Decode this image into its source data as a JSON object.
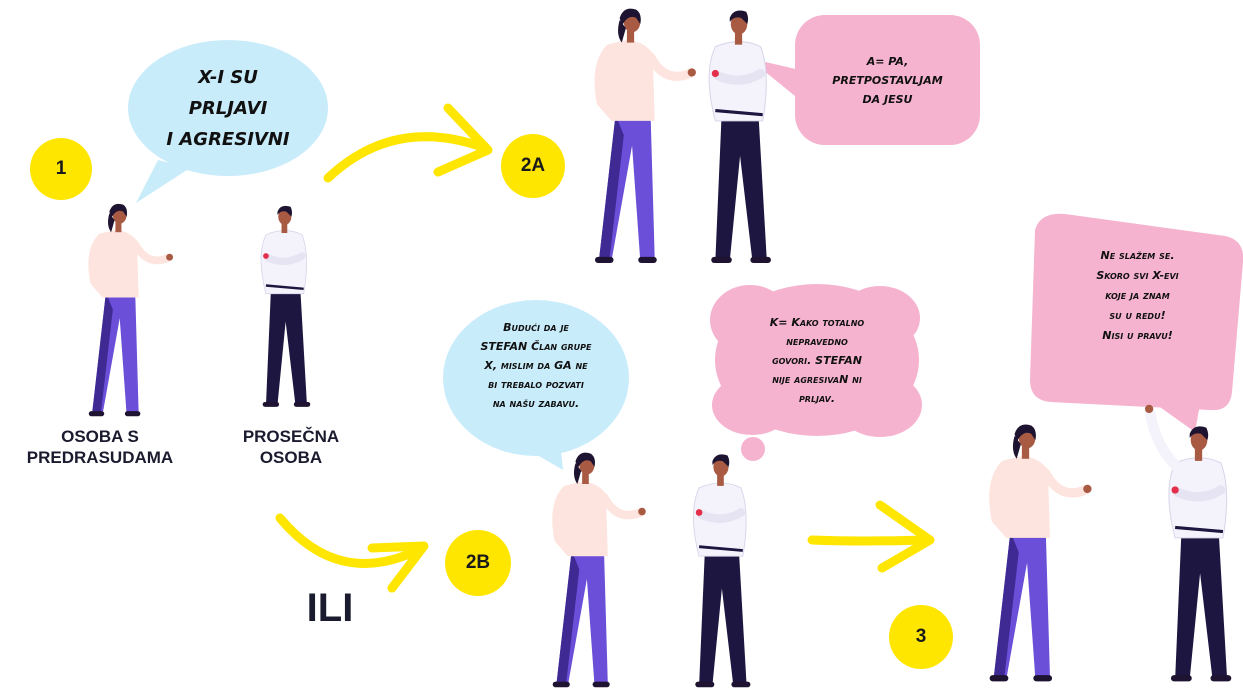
{
  "steps": {
    "s1": "1",
    "s2a": "2A",
    "s2b": "2B",
    "s3": "3"
  },
  "bubbles": {
    "prejudice": [
      "X-I SU",
      "PRLJAVI",
      "I AGRESIVNI"
    ],
    "agree": [
      "A= PA,",
      "PRETPOSTAVLJAM",
      "DA JESU"
    ],
    "exclusion": [
      "Budući da je",
      "STEFAN Član grupe",
      "X, mislim da GA ne",
      "bi trebalo pozvati",
      "na našu zabavu."
    ],
    "thought": [
      "K= Kako totalno",
      "nepravedno",
      "govori. STEFAN",
      "nije agresivaN ni",
      "prljav."
    ],
    "disagree": [
      "Ne slažem se.",
      "Skoro svi X-evi",
      "koje ja znam",
      "su u redu!",
      "Nisi u pravu!"
    ]
  },
  "labels": {
    "prejudiced_1": "OSOBA S",
    "prejudiced_2": "PREDRASUDAMA",
    "average_1": "PROSEČNA",
    "average_2": "OSOBA",
    "or": "ILI"
  },
  "colors": {
    "yellow": "#ffe600",
    "blue_bubble": "#c9ecfb",
    "pink_bubble": "#f5b3cf",
    "woman_top": "#fde4de",
    "woman_pants": "#6b4fd8",
    "woman_pants_shadow": "#3f2a94",
    "man_shirt": "#f4f3fb",
    "man_pants": "#1c1640",
    "skin": "#a85a43",
    "hair": "#1e1330",
    "accent": "#e32f4a"
  }
}
